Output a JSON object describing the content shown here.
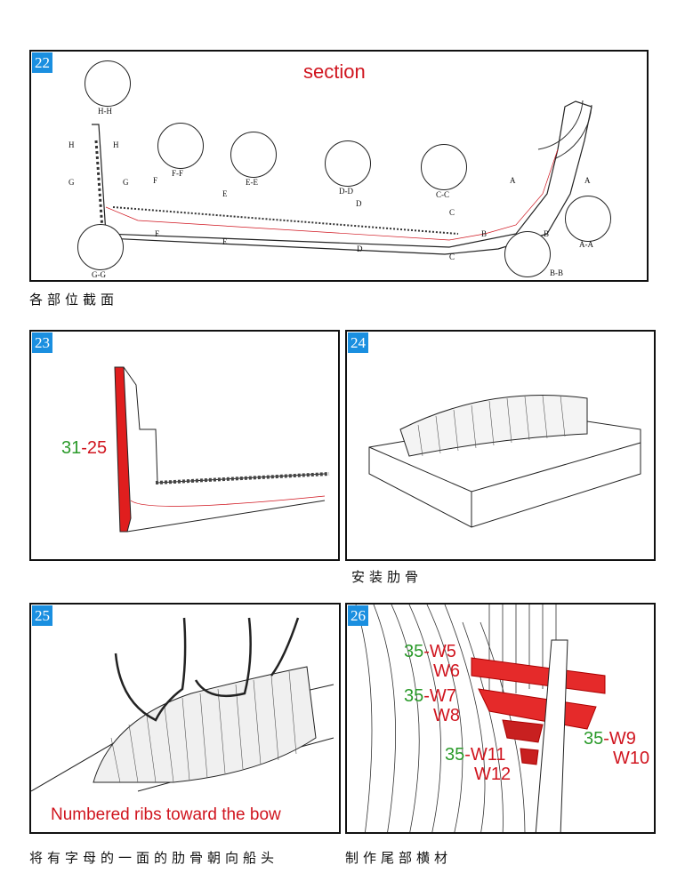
{
  "steps": [
    {
      "number": "22",
      "title": "section",
      "caption": "各部位截面",
      "sections": [
        "H-H",
        "G-G",
        "F-F",
        "E-E",
        "D-D",
        "C-C",
        "B-B",
        "A-A"
      ],
      "markers": [
        "H",
        "H",
        "G",
        "G",
        "F",
        "F",
        "E",
        "E",
        "D",
        "D",
        "C",
        "C",
        "B",
        "B",
        "A",
        "A"
      ]
    },
    {
      "number": "23",
      "part_prefix": "31",
      "part_suffix": "-25"
    },
    {
      "number": "24",
      "caption": "安装肋骨"
    },
    {
      "number": "25",
      "note": "Numbered ribs toward the bow",
      "caption": "将有字母的一面的肋骨朝向船头"
    },
    {
      "number": "26",
      "caption": "制作尾部横材",
      "labels": [
        {
          "prefix": "35",
          "suffix": "-W5",
          "second": "W6"
        },
        {
          "prefix": "35",
          "suffix": "-W7",
          "second": "W8"
        },
        {
          "prefix": "35",
          "suffix": "-W11",
          "second": "W12"
        },
        {
          "prefix": "35",
          "suffix": "-W9",
          "second": "W10"
        }
      ]
    }
  ],
  "colors": {
    "badge": "#1a8fe0",
    "red": "#d0151f",
    "green": "#2a9a2a"
  }
}
